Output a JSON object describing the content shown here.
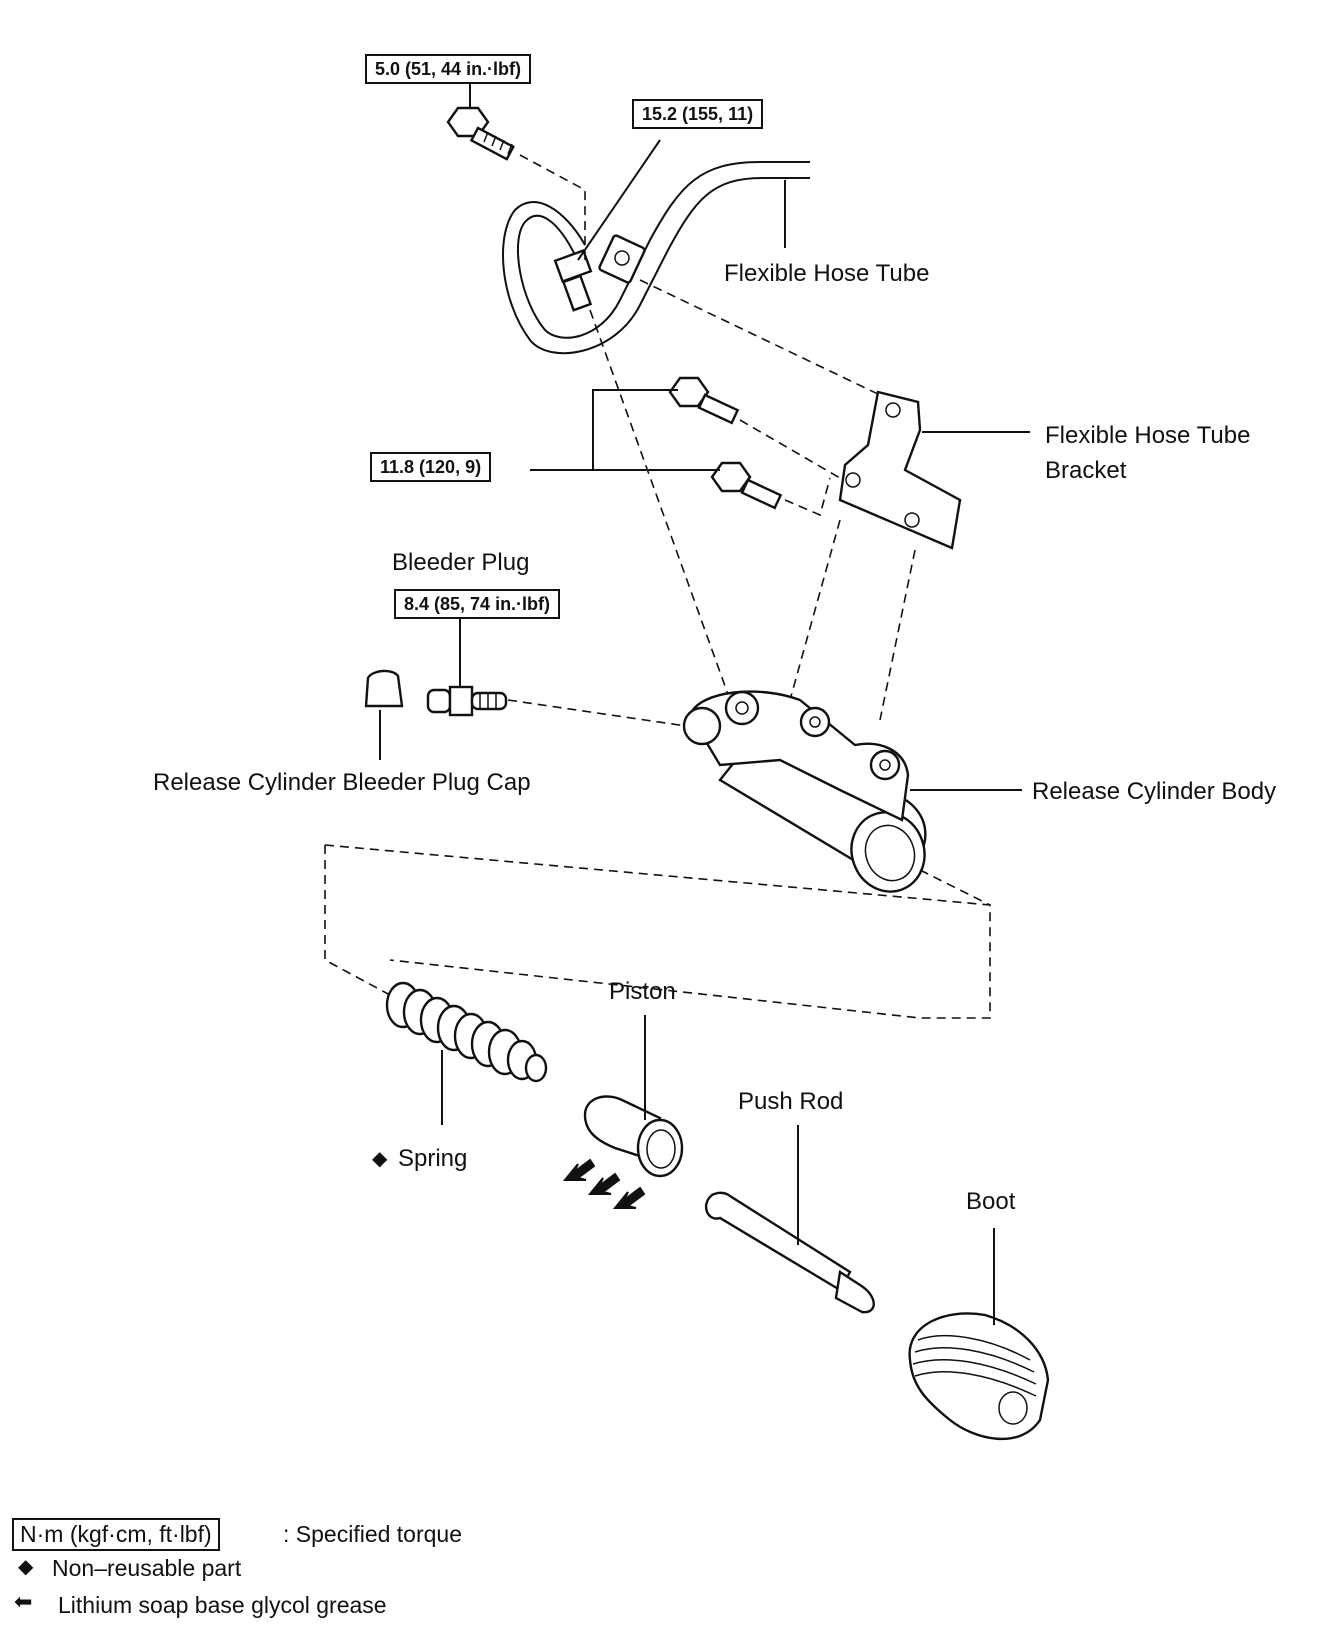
{
  "labels": {
    "flexible_hose_tube": "Flexible Hose Tube",
    "bracket_line1": "Flexible Hose Tube",
    "bracket_line2": "Bracket",
    "bleeder_plug": "Bleeder Plug",
    "bleeder_cap": "Release Cylinder Bleeder Plug Cap",
    "cylinder_body": "Release Cylinder Body",
    "piston": "Piston",
    "push_rod": "Push Rod",
    "spring": "Spring",
    "boot": "Boot"
  },
  "torques": {
    "bolt_top": "5.0 (51, 44 in.·lbf)",
    "union": "15.2 (155, 11)",
    "bracket_bolts": "11.8 (120, 9)",
    "bleeder": "8.4 (85, 74 in.·lbf)"
  },
  "legend": {
    "unit_box": "N·m (kgf·cm, ft·lbf)",
    "unit_desc": ": Specified torque",
    "nonreusable": "Non–reusable part",
    "grease": "Lithium soap base glycol grease"
  },
  "icons": {
    "nonreusable": "diamond-icon",
    "grease": "arrow-left-icon"
  }
}
